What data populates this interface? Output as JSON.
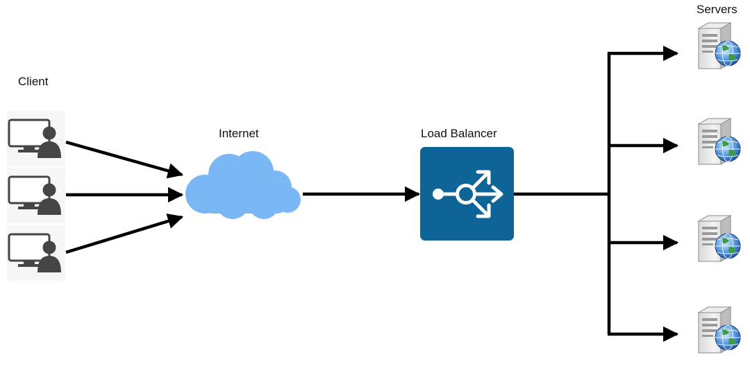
{
  "labels": {
    "client": "Client",
    "internet": "Internet",
    "load_balancer": "Load Balancer",
    "servers": "Servers"
  },
  "clients": [
    {
      "icon": "client-computer-user-icon"
    },
    {
      "icon": "client-computer-user-icon"
    },
    {
      "icon": "client-computer-user-icon"
    }
  ],
  "servers": [
    {
      "icon": "web-server-globe-icon"
    },
    {
      "icon": "web-server-globe-icon"
    },
    {
      "icon": "web-server-globe-icon"
    },
    {
      "icon": "web-server-globe-icon"
    }
  ],
  "icons": {
    "internet": "cloud-icon",
    "load_balancer": "load-balancer-split-icon"
  },
  "colors": {
    "cloud": "#7ab8f5",
    "load_balancer": "#0e6496",
    "arrow": "#000000",
    "client_icon": "#444444"
  }
}
